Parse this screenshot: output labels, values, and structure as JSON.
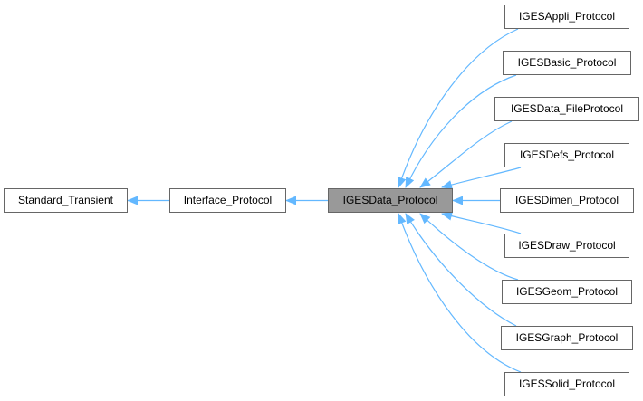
{
  "diagram": {
    "type": "inheritance-graph",
    "edge_color": "#63b8ff",
    "nodes": [
      {
        "id": "standard_transient",
        "label": "Standard_Transient"
      },
      {
        "id": "interface_protocol",
        "label": "Interface_Protocol"
      },
      {
        "id": "igesdata_protocol",
        "label": "IGESData_Protocol",
        "focus": true,
        "fill": "#999999"
      },
      {
        "id": "igesappli_protocol",
        "label": "IGESAppli_Protocol"
      },
      {
        "id": "igesbasic_protocol",
        "label": "IGESBasic_Protocol"
      },
      {
        "id": "igesdata_fileprotocol",
        "label": "IGESData_FileProtocol"
      },
      {
        "id": "igesdefs_protocol",
        "label": "IGESDefs_Protocol"
      },
      {
        "id": "igesdimen_protocol",
        "label": "IGESDimen_Protocol"
      },
      {
        "id": "igesdraw_protocol",
        "label": "IGESDraw_Protocol"
      },
      {
        "id": "igesgeom_protocol",
        "label": "IGESGeom_Protocol"
      },
      {
        "id": "igesgraph_protocol",
        "label": "IGESGraph_Protocol"
      },
      {
        "id": "igessolid_protocol",
        "label": "IGESSolid_Protocol"
      }
    ],
    "edges": [
      {
        "from": "interface_protocol",
        "to": "standard_transient"
      },
      {
        "from": "igesdata_protocol",
        "to": "interface_protocol"
      },
      {
        "from": "igesappli_protocol",
        "to": "igesdata_protocol"
      },
      {
        "from": "igesbasic_protocol",
        "to": "igesdata_protocol"
      },
      {
        "from": "igesdata_fileprotocol",
        "to": "igesdata_protocol"
      },
      {
        "from": "igesdefs_protocol",
        "to": "igesdata_protocol"
      },
      {
        "from": "igesdimen_protocol",
        "to": "igesdata_protocol"
      },
      {
        "from": "igesdraw_protocol",
        "to": "igesdata_protocol"
      },
      {
        "from": "igesgeom_protocol",
        "to": "igesdata_protocol"
      },
      {
        "from": "igesgraph_protocol",
        "to": "igesdata_protocol"
      },
      {
        "from": "igessolid_protocol",
        "to": "igesdata_protocol"
      }
    ]
  }
}
